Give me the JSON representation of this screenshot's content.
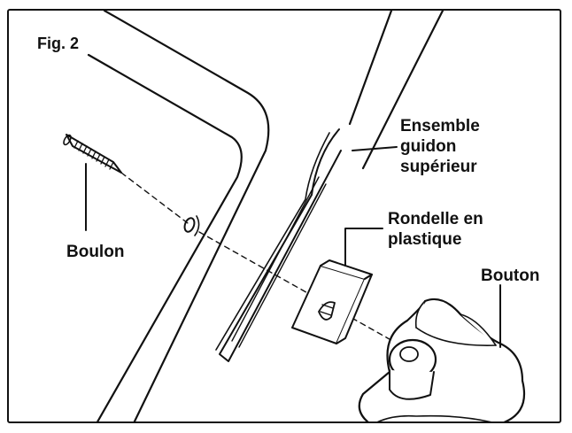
{
  "figure": {
    "title": "Fig. 2"
  },
  "labels": {
    "ensemble": [
      "Ensemble",
      "guidon",
      "supérieur"
    ],
    "rondelle": [
      "Rondelle en",
      "plastique"
    ],
    "bouton": "Bouton",
    "boulon": "Boulon"
  }
}
